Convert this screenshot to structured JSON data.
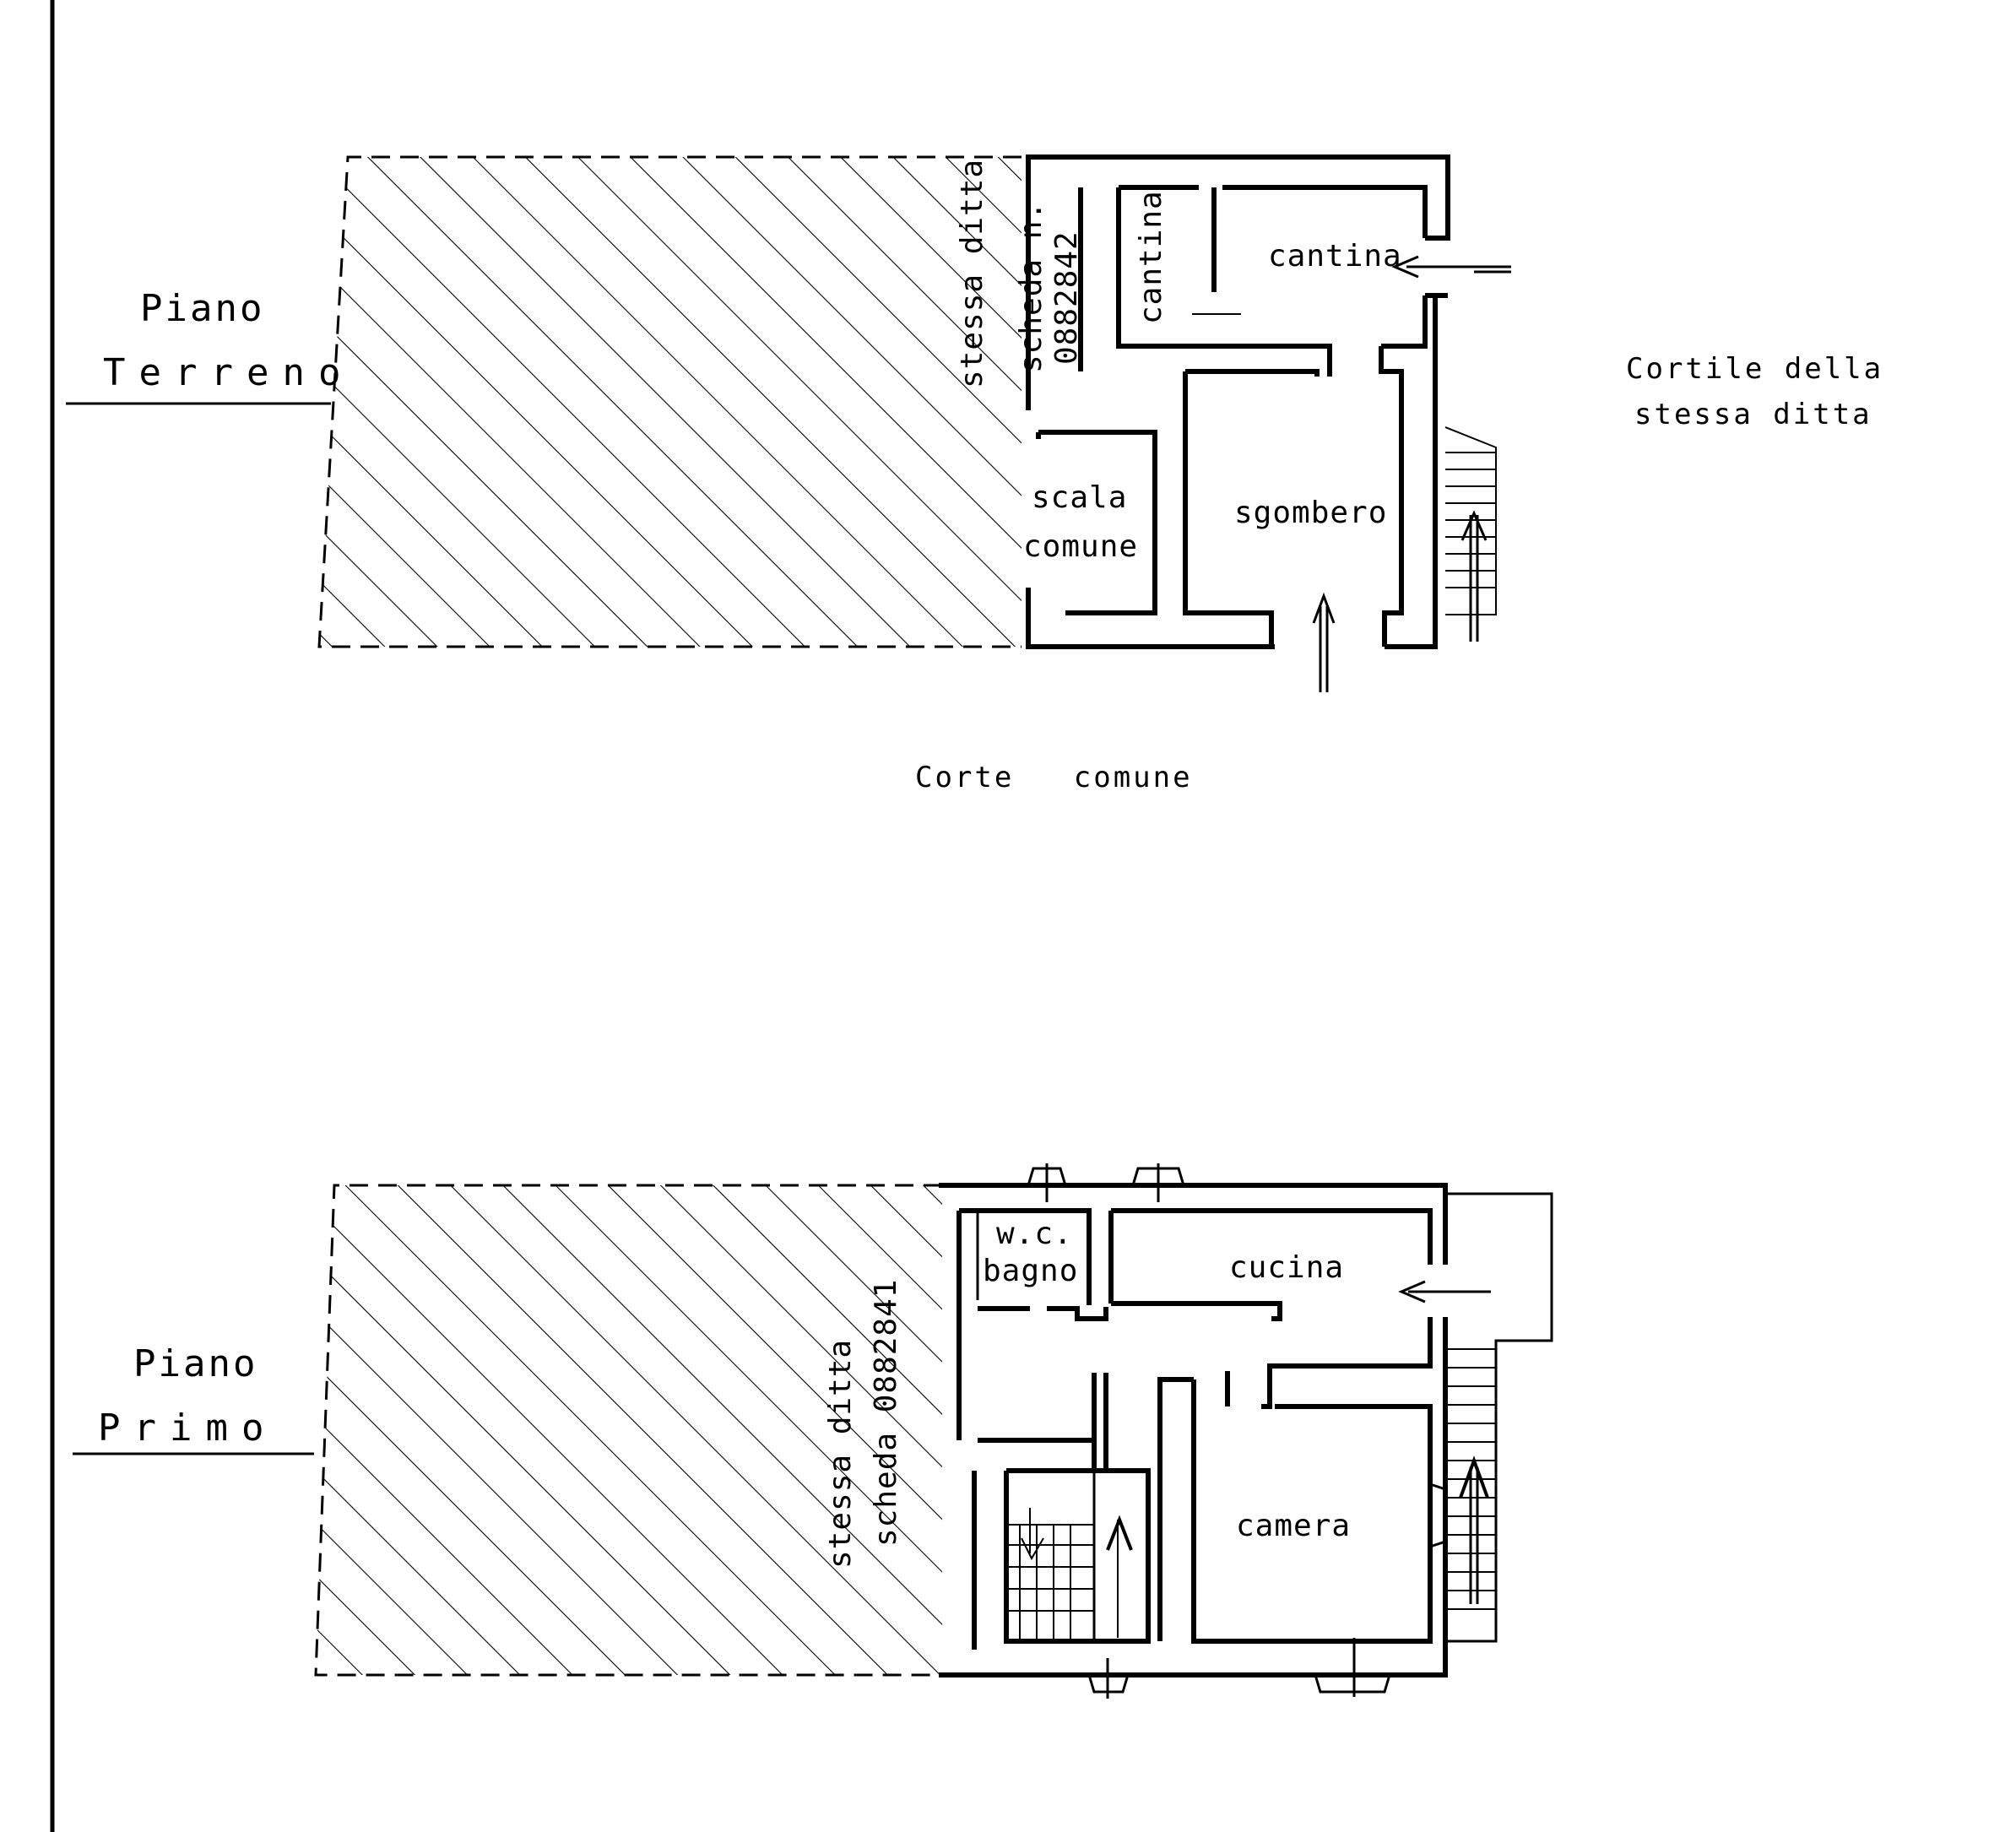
{
  "floors": {
    "ground": {
      "name_line1": "Piano",
      "name_line2": "Terreno",
      "rooms": {
        "cantina_small": "cantina",
        "cantina": "cantina",
        "sgombero": "sgombero",
        "scala_line1": "scala",
        "scala_line2": "comune",
        "stessa_ditta": "stessa ditta",
        "scheda_line1": "scheda n.",
        "scheda_line2": "0882842"
      }
    },
    "first": {
      "name_line1": "Piano",
      "name_line2": "Primo",
      "rooms": {
        "wc": "w.c.",
        "bagno": "bagno",
        "cucina": "cucina",
        "camera": "camera",
        "stessa_ditta": "stessa ditta",
        "scheda": "scheda 0882841"
      }
    }
  },
  "surroundings": {
    "cortile_line1": "Cortile della",
    "cortile_line2": "stessa ditta",
    "corte": "Corte   comune"
  },
  "colors": {
    "ink": "#000000",
    "paper": "#ffffff"
  }
}
